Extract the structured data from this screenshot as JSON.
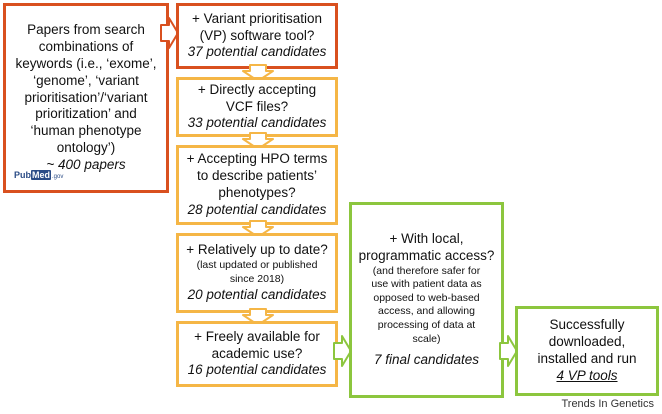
{
  "source_box": {
    "lines": [
      "Papers from search",
      "combinations of",
      "keywords (i.e., ‘exome’,",
      "‘genome’, ‘variant",
      "prioritisation’/‘variant",
      "prioritization’ and",
      "‘human phenotype",
      "ontology’)"
    ],
    "count": "~ 400 papers",
    "logo_text": "PubMed.gov"
  },
  "filters": [
    {
      "lines": [
        "+ Variant prioritisation",
        "(VP) software tool?"
      ],
      "result": "37 potential candidates"
    },
    {
      "lines": [
        "+ Directly accepting",
        "VCF files?"
      ],
      "result": "33 potential candidates"
    },
    {
      "lines": [
        "+ Accepting HPO terms",
        "to describe patients’",
        "phenotypes?"
      ],
      "result": "28 potential candidates"
    },
    {
      "lines": [
        "+ Relatively up to date?"
      ],
      "note": [
        "(last updated or published",
        "since 2018)"
      ],
      "result": "20 potential candidates"
    },
    {
      "lines": [
        "+ Freely available for",
        "academic use?"
      ],
      "result": "16 potential candidates"
    }
  ],
  "local_box": {
    "lines": [
      "+ With local,",
      "programmatic access?"
    ],
    "note": [
      "(and therefore safer for",
      "use with patient data as",
      "opposed to web-based",
      "access, and allowing",
      "processing of data at",
      "scale)"
    ],
    "result": "7 final candidates"
  },
  "final_box": {
    "lines": [
      "Successfully",
      "downloaded,",
      "installed and run"
    ],
    "result": "4 VP tools"
  },
  "footer": "Trends In Genetics",
  "colors": {
    "red": "#d9501f",
    "orange": "#f5b646",
    "green": "#8cc63e"
  }
}
